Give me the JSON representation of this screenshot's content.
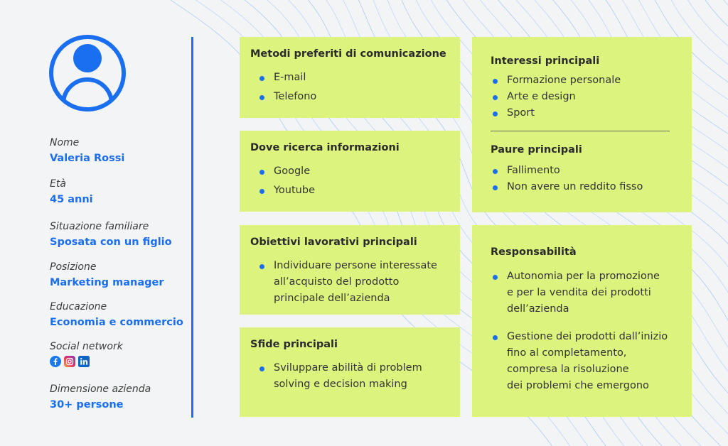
{
  "profile": {
    "fields": [
      {
        "label": "Nome",
        "value": "Valeria Rossi"
      },
      {
        "label": "Età",
        "value": "45 anni"
      },
      {
        "label": "Situazione familiare",
        "value": "Sposata con un figlio"
      },
      {
        "label": "Posizione",
        "value": "Marketing manager"
      },
      {
        "label": "Educazione",
        "value": "Economia e commercio"
      },
      {
        "label": "Social network",
        "icons": [
          "facebook-icon",
          "instagram-icon",
          "linkedin-icon"
        ]
      },
      {
        "label": "Dimensione azienda",
        "value": "30+ persone"
      }
    ]
  },
  "cards": {
    "comunicazione": {
      "title": "Metodi preferiti di comunicazione",
      "items": [
        "E-mail",
        "Telefono"
      ]
    },
    "informazioni": {
      "title": "Dove ricerca informazioni",
      "items": [
        "Google",
        "Youtube"
      ]
    },
    "obiettivi": {
      "title": "Obiettivi lavorativi principali",
      "items": [
        "Individuare persone interessate\nall’acquisto del prodotto\nprincipale dell’azienda"
      ]
    },
    "sfide": {
      "title": "Sfide principali",
      "items": [
        "Sviluppare abilità di problem\nsolving e decision making"
      ]
    },
    "interessi": {
      "title": "Interessi principali",
      "items": [
        "Formazione personale",
        "Arte e design",
        "Sport"
      ]
    },
    "paure": {
      "title": "Paure principali",
      "items": [
        "Fallimento",
        "Non avere un reddito fisso"
      ]
    },
    "responsabilita": {
      "title": "Responsabilità",
      "items": [
        "Autonomia per la promozione\ne per la vendita dei prodotti\ndell’azienda",
        "Gestione dei prodotti dall’inizio\nfino al completamento,\ncompresa la risoluzione\ndei problemi che emergono"
      ]
    }
  },
  "colors": {
    "accent": "#1a6ef0",
    "card": "#dcf47e",
    "background": "#f3f4f5"
  }
}
